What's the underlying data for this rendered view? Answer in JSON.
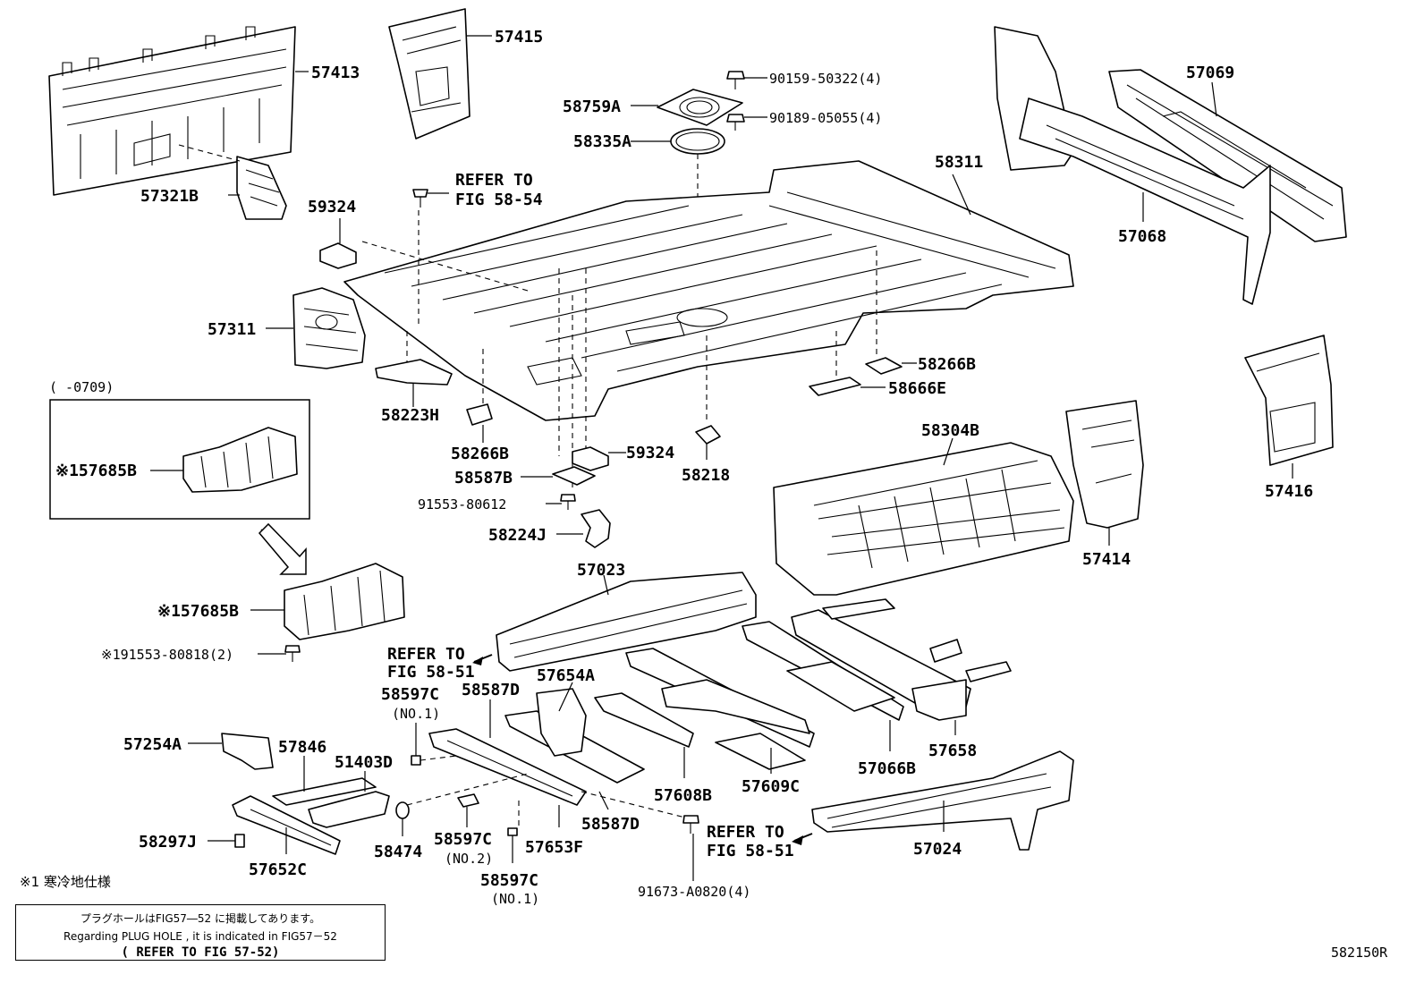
{
  "labels": {
    "p57413": "57413",
    "p57415": "57415",
    "p90159": "90159-50322(4)",
    "p58759A": "58759A",
    "p90189": "90189-05055(4)",
    "p58335A": "58335A",
    "p57069": "57069",
    "p58311": "58311",
    "p57068": "57068",
    "p57321B": "57321B",
    "refer_fig5854_a": "REFER TO",
    "refer_fig5854_b": "FIG 58-54",
    "p59324a": "59324",
    "p57311": "57311",
    "p58266Ba": "58266B",
    "p58666E": "58666E",
    "p58223H": "58223H",
    "p58266Bb": "58266B",
    "p59324b": "59324",
    "p58587B": "58587B",
    "p58218": "58218",
    "p91553_80612": "91553-80612",
    "p58224J": "58224J",
    "p58304B": "58304B",
    "p57416": "57416",
    "p57414": "57414",
    "range_0709": "(      -0709)",
    "p57685B_box": "※157685B",
    "p57685B": "※157685B",
    "p91553_80818": "※191553-80818(2)",
    "p57023": "57023",
    "refer_fig5851_a1": "REFER TO",
    "refer_fig5851_a2": "FIG 58-51",
    "p58597C_no1a": "58597C",
    "no1a": "(NO.1)",
    "p58587Da": "58587D",
    "p57654A": "57654A",
    "p57254A": "57254A",
    "p57846": "57846",
    "p51403D": "51403D",
    "p57658": "57658",
    "p57066B": "57066B",
    "p57609C": "57609C",
    "p57608B": "57608B",
    "p58587Db": "58587D",
    "p58297J": "58297J",
    "p58474": "58474",
    "p58597C_no2": "58597C",
    "no2": "(NO.2)",
    "p57653F": "57653F",
    "p57652C": "57652C",
    "p58597C_no1b": "58597C",
    "no1b": "(NO.1)",
    "refer_fig5851_b1": "REFER TO",
    "refer_fig5851_b2": "FIG 58-51",
    "p57024": "57024",
    "p91673": "91673-A0820(4)"
  },
  "footnote": "※1 寒冷地仕様",
  "note": {
    "line1": "プラグホールはFIG57―52 に掲載してあります。",
    "line2": "Regarding PLUG HOLE , it is indicated in FIG57－52",
    "line3": "( REFER TO FIG 57-52)"
  },
  "figure_code": "582150R"
}
